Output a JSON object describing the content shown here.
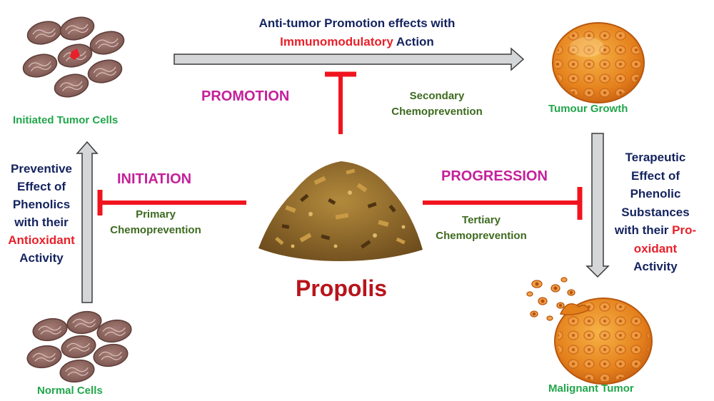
{
  "top_caption": {
    "line1": "Anti-tumor Promotion effects with",
    "line2_red": "Immunomodulatory",
    "line2_rest": " Action"
  },
  "stages": {
    "promotion": "PROMOTION",
    "initiation": "INITIATION",
    "progression": "PROGRESSION"
  },
  "chemoprevention": {
    "secondary_1": "Secondary",
    "secondary_2": "Chemoprevention",
    "primary_1": "Primary",
    "primary_2": "Chemoprevention",
    "tertiary_1": "Tertiary",
    "tertiary_2": "Chemoprevention"
  },
  "cells": {
    "initiated": "Initiated Tumor Cells",
    "normal": "Normal Cells",
    "tumour_growth": "Tumour Growth",
    "malignant": "Malignant Tumor"
  },
  "left_caption": {
    "l1": "Preventive",
    "l2": "Effect of",
    "l3": "Phenolics",
    "l4": "with their",
    "l5_red": "Antioxidant",
    "l6": "Activity"
  },
  "right_caption": {
    "l1": "Terapeutic",
    "l2": "Effect of",
    "l3": "Phenolic",
    "l4": "Substances",
    "l5_navy": "with their ",
    "l5_red": "Pro-",
    "l6_red": "oxidant",
    "l7": "Activity"
  },
  "center_label": "Propolis",
  "colors": {
    "navy": "#14235f",
    "red": "#e8202a",
    "magenta": "#c4219a",
    "green_light": "#21a64a",
    "green_dark": "#3d6a1f",
    "arrow_fill": "#d4d6d8",
    "arrow_stroke": "#3a3a3a",
    "inhibitor": "#f0141e"
  },
  "icons": [
    "arrow-right-icon",
    "arrow-up-icon",
    "arrow-down-icon",
    "inhibition-bar-icon",
    "cell-cluster-icon",
    "propolis-pile-icon",
    "tumor-icon"
  ]
}
